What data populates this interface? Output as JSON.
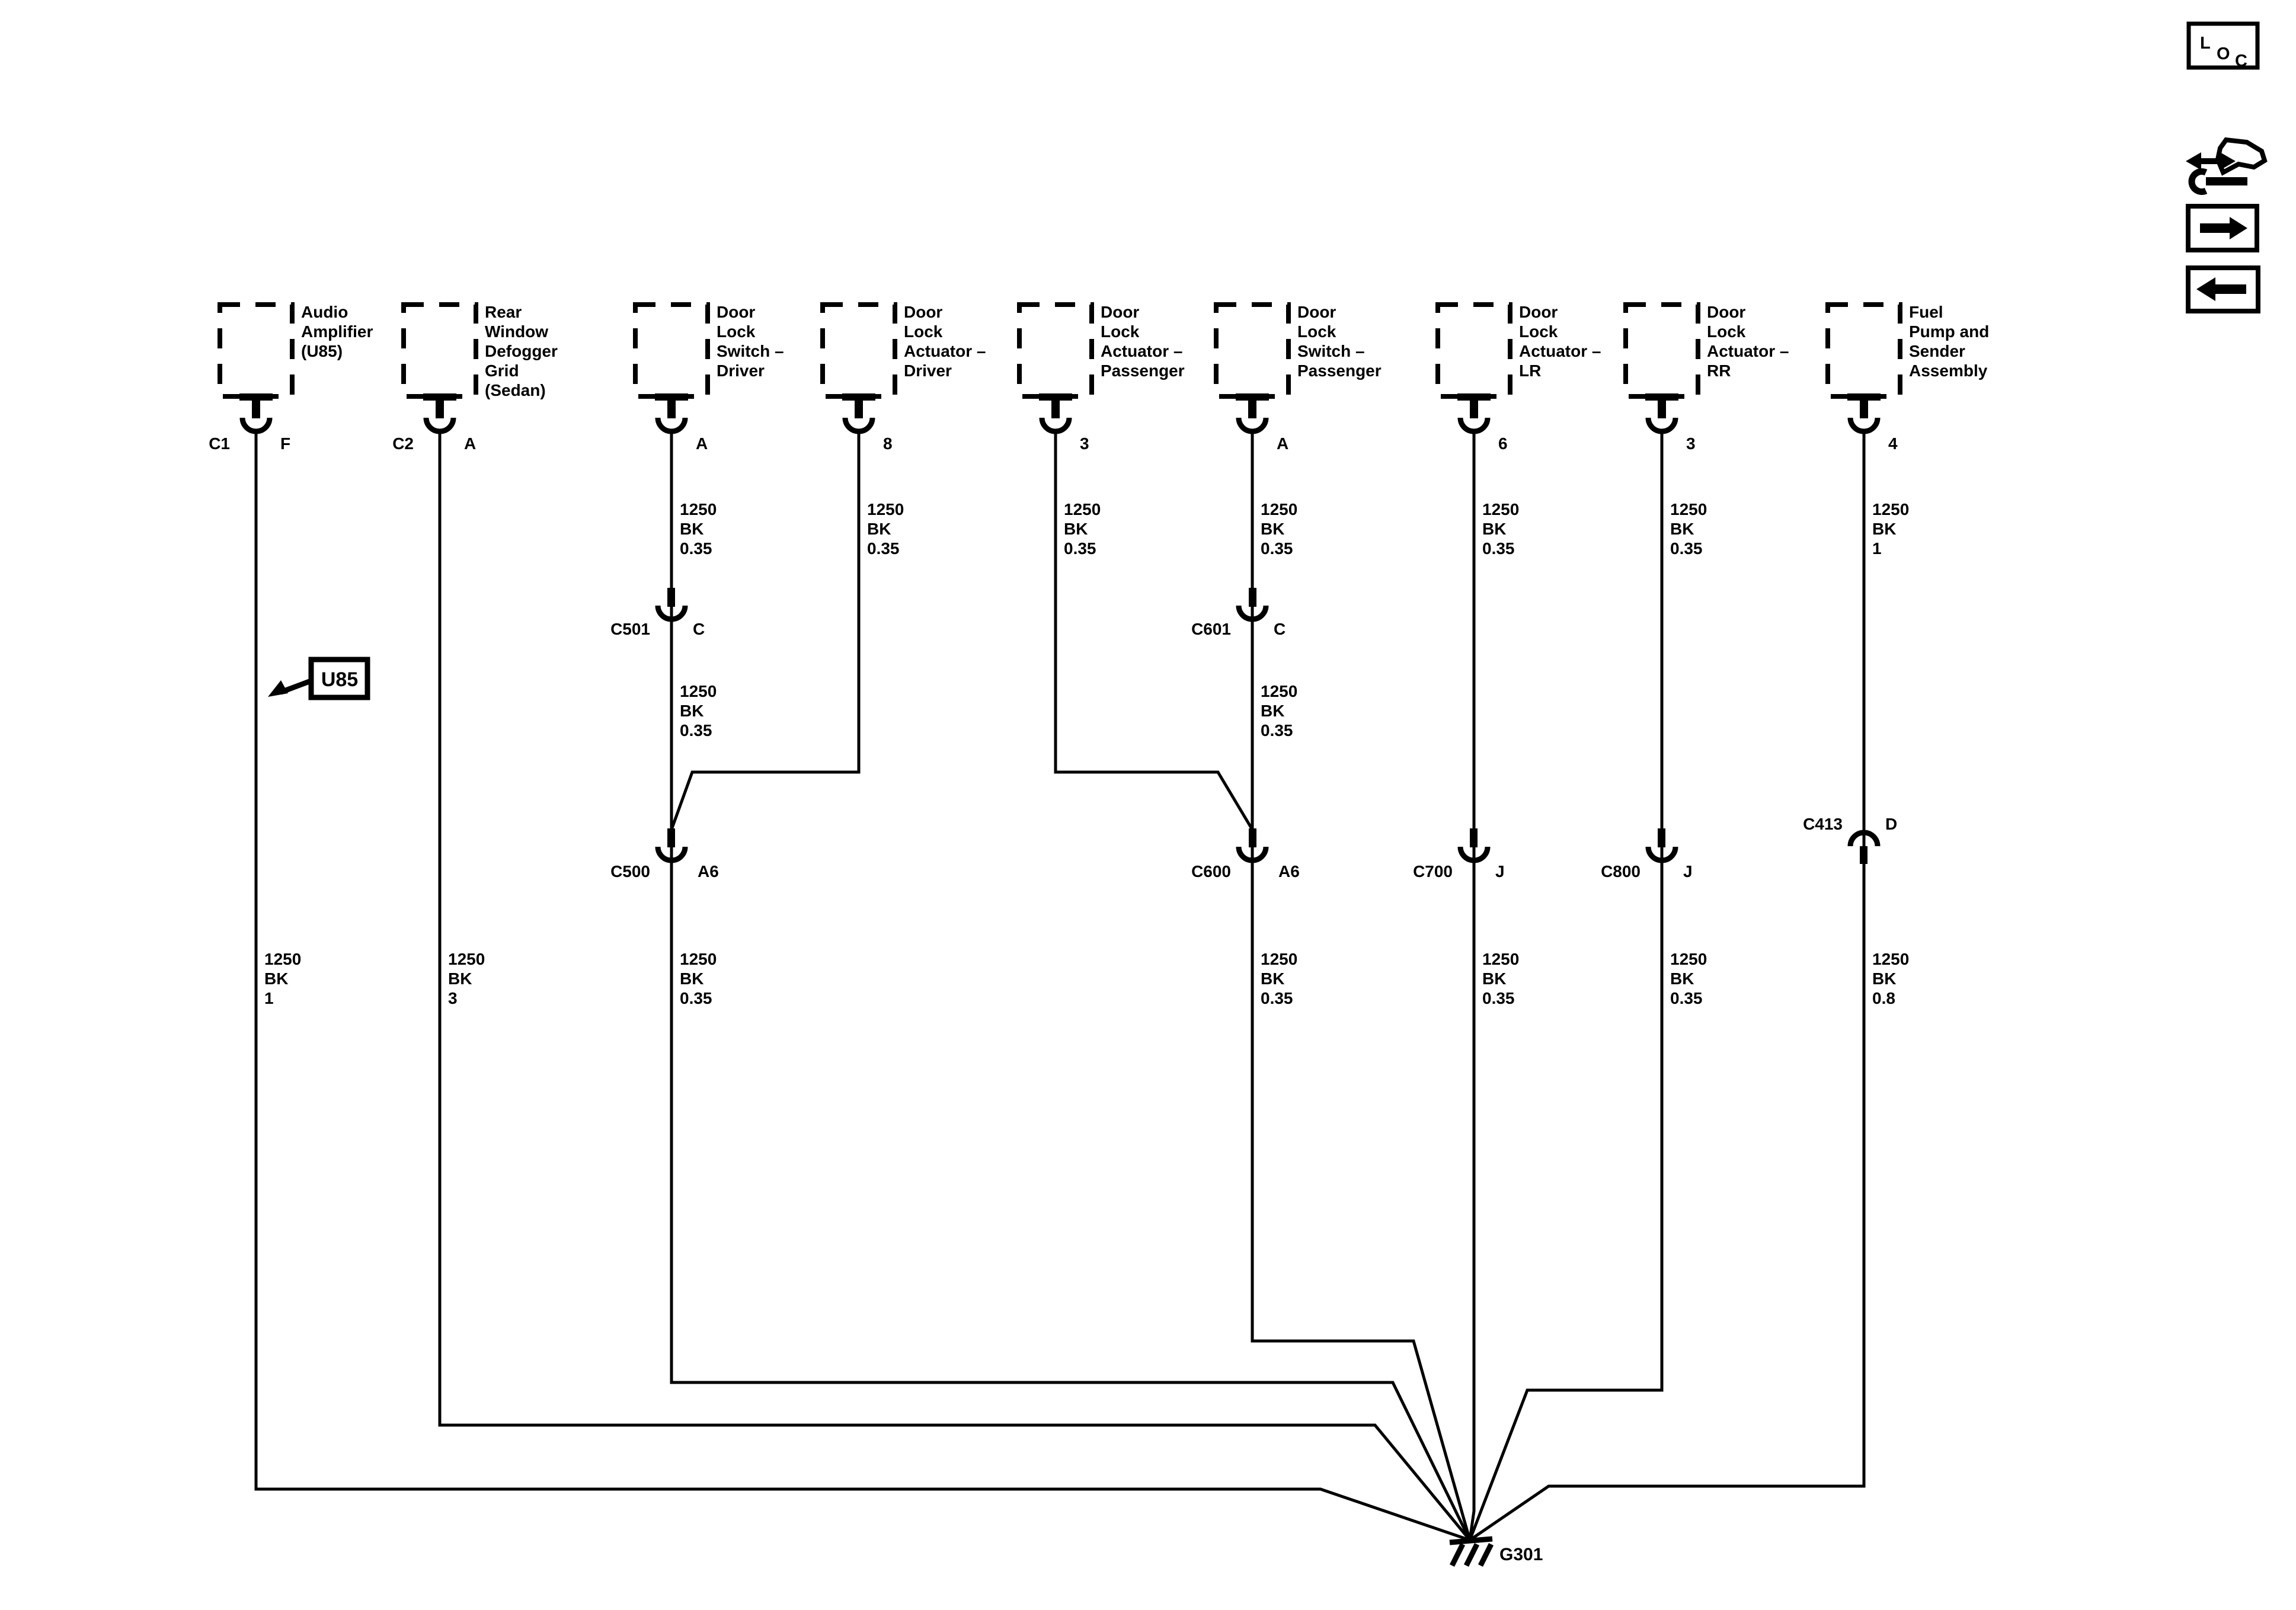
{
  "colors": {
    "line": "#000000",
    "background": "#ffffff"
  },
  "components": [
    {
      "id": "audio-amplifier",
      "name_lines": [
        "Audio",
        "Amplifier",
        "(U85)"
      ],
      "connector": "C1",
      "pin": "F"
    },
    {
      "id": "rear-window-defogger",
      "name_lines": [
        "Rear",
        "Window",
        "Defogger",
        "Grid",
        "(Sedan)"
      ],
      "connector": "C2",
      "pin": "A"
    },
    {
      "id": "door-lock-switch-driver",
      "name_lines": [
        "Door",
        "Lock",
        "Switch –",
        "Driver"
      ],
      "connector": "",
      "pin": "A"
    },
    {
      "id": "door-lock-actuator-driver",
      "name_lines": [
        "Door",
        "Lock",
        "Actuator –",
        "Driver"
      ],
      "connector": "",
      "pin": "8"
    },
    {
      "id": "door-lock-actuator-passenger",
      "name_lines": [
        "Door",
        "Lock",
        "Actuator –",
        "Passenger"
      ],
      "connector": "",
      "pin": "3"
    },
    {
      "id": "door-lock-switch-passenger",
      "name_lines": [
        "Door",
        "Lock",
        "Switch –",
        "Passenger"
      ],
      "connector": "",
      "pin": "A"
    },
    {
      "id": "door-lock-actuator-lr",
      "name_lines": [
        "Door",
        "Lock",
        "Actuator –",
        "LR"
      ],
      "connector": "",
      "pin": "6"
    },
    {
      "id": "door-lock-actuator-rr",
      "name_lines": [
        "Door",
        "Lock",
        "Actuator –",
        "RR"
      ],
      "connector": "",
      "pin": "3"
    },
    {
      "id": "fuel-pump-sender",
      "name_lines": [
        "Fuel",
        "Pump and",
        "Sender",
        "Assembly"
      ],
      "connector": "",
      "pin": "4"
    }
  ],
  "inline_connectors": [
    {
      "id": "C501",
      "pin": "C"
    },
    {
      "id": "C601",
      "pin": "C"
    },
    {
      "id": "C500",
      "pin": "A6"
    },
    {
      "id": "C600",
      "pin": "A6"
    },
    {
      "id": "C700",
      "pin": "J"
    },
    {
      "id": "C800",
      "pin": "J"
    },
    {
      "id": "C413",
      "pin": "D"
    }
  ],
  "wire_labels": [
    {
      "id": "top-switch-driver",
      "circuit": "1250",
      "color": "BK",
      "gauge": "0.35"
    },
    {
      "id": "top-actuator-driver",
      "circuit": "1250",
      "color": "BK",
      "gauge": "0.35"
    },
    {
      "id": "top-actuator-passenger",
      "circuit": "1250",
      "color": "BK",
      "gauge": "0.35"
    },
    {
      "id": "top-switch-passenger",
      "circuit": "1250",
      "color": "BK",
      "gauge": "0.35"
    },
    {
      "id": "top-actuator-lr",
      "circuit": "1250",
      "color": "BK",
      "gauge": "0.35"
    },
    {
      "id": "top-actuator-rr",
      "circuit": "1250",
      "color": "BK",
      "gauge": "0.35"
    },
    {
      "id": "top-fuel-pump",
      "circuit": "1250",
      "color": "BK",
      "gauge": "1"
    },
    {
      "id": "mid-below-c501",
      "circuit": "1250",
      "color": "BK",
      "gauge": "0.35"
    },
    {
      "id": "mid-below-c601",
      "circuit": "1250",
      "color": "BK",
      "gauge": "0.35"
    },
    {
      "id": "bottom-audio-amplifier",
      "circuit": "1250",
      "color": "BK",
      "gauge": "1"
    },
    {
      "id": "bottom-defogger",
      "circuit": "1250",
      "color": "BK",
      "gauge": "3"
    },
    {
      "id": "bottom-switch-driver",
      "circuit": "1250",
      "color": "BK",
      "gauge": "0.35"
    },
    {
      "id": "bottom-switch-passenger",
      "circuit": "1250",
      "color": "BK",
      "gauge": "0.35"
    },
    {
      "id": "bottom-actuator-lr",
      "circuit": "1250",
      "color": "BK",
      "gauge": "0.35"
    },
    {
      "id": "bottom-actuator-rr",
      "circuit": "1250",
      "color": "BK",
      "gauge": "0.35"
    },
    {
      "id": "bottom-fuel-pump",
      "circuit": "1250",
      "color": "BK",
      "gauge": "0.8"
    }
  ],
  "ground": {
    "label": "G301"
  },
  "callout": {
    "label": "U85"
  },
  "nav": {
    "loc_letters": [
      "L",
      "O",
      "C"
    ]
  }
}
